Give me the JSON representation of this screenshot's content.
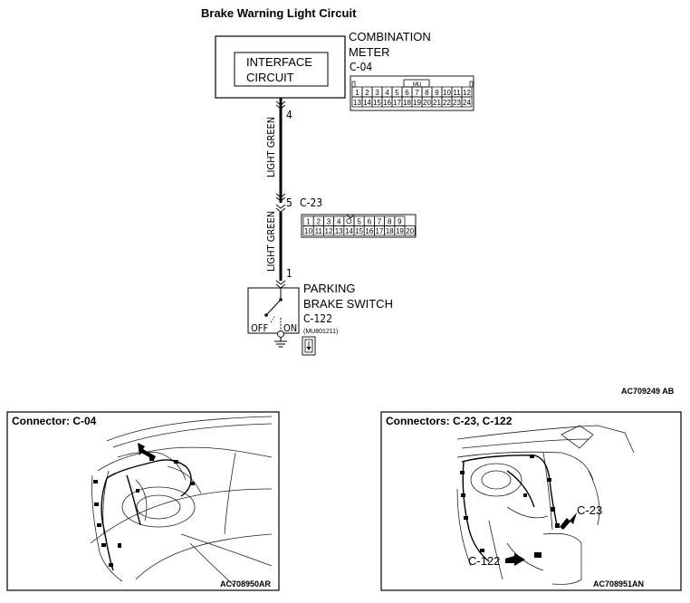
{
  "diagram": {
    "title": "Brake Warning Light Circuit",
    "figure_id": "AC709249 AB",
    "meter": {
      "box_label_1": "INTERFACE",
      "box_label_2": "CIRCUIT",
      "name_1": "COMBINATION",
      "name_2": "METER",
      "connector": "C-04",
      "pin_top": [
        "1",
        "2",
        "3",
        "4",
        "5",
        "6",
        "7",
        "8",
        "9",
        "10",
        "11",
        "12"
      ],
      "pin_bottom": [
        "13",
        "14",
        "15",
        "16",
        "17",
        "18",
        "19",
        "20",
        "21",
        "22",
        "23",
        "24"
      ],
      "tag": "MU"
    },
    "wire_upper": {
      "color_label": "LIGHT GREEN",
      "pin_top": "4"
    },
    "junction": {
      "pin": "5",
      "connector": "C-23",
      "pin_top": [
        "1",
        "2",
        "3",
        "4",
        "",
        "5",
        "6",
        "7",
        "8",
        "9"
      ],
      "pin_bottom": [
        "10",
        "11",
        "12",
        "13",
        "14",
        "15",
        "16",
        "17",
        "18",
        "19",
        "20"
      ]
    },
    "wire_lower": {
      "color_label": "LIGHT GREEN",
      "pin_bottom": "1"
    },
    "switch": {
      "name_1": "PARKING",
      "name_2": "BRAKE SWITCH",
      "connector": "C-122",
      "part_no": "(MU801211)",
      "off_label": "OFF",
      "on_label": "ON"
    }
  },
  "panels": [
    {
      "title": "Connector: C-04",
      "figure_id": "AC708950AR"
    },
    {
      "title": "Connectors: C-23, C-122",
      "figure_id": "AC708951AN",
      "callout_1": "C-23",
      "callout_2": "C-122"
    }
  ]
}
